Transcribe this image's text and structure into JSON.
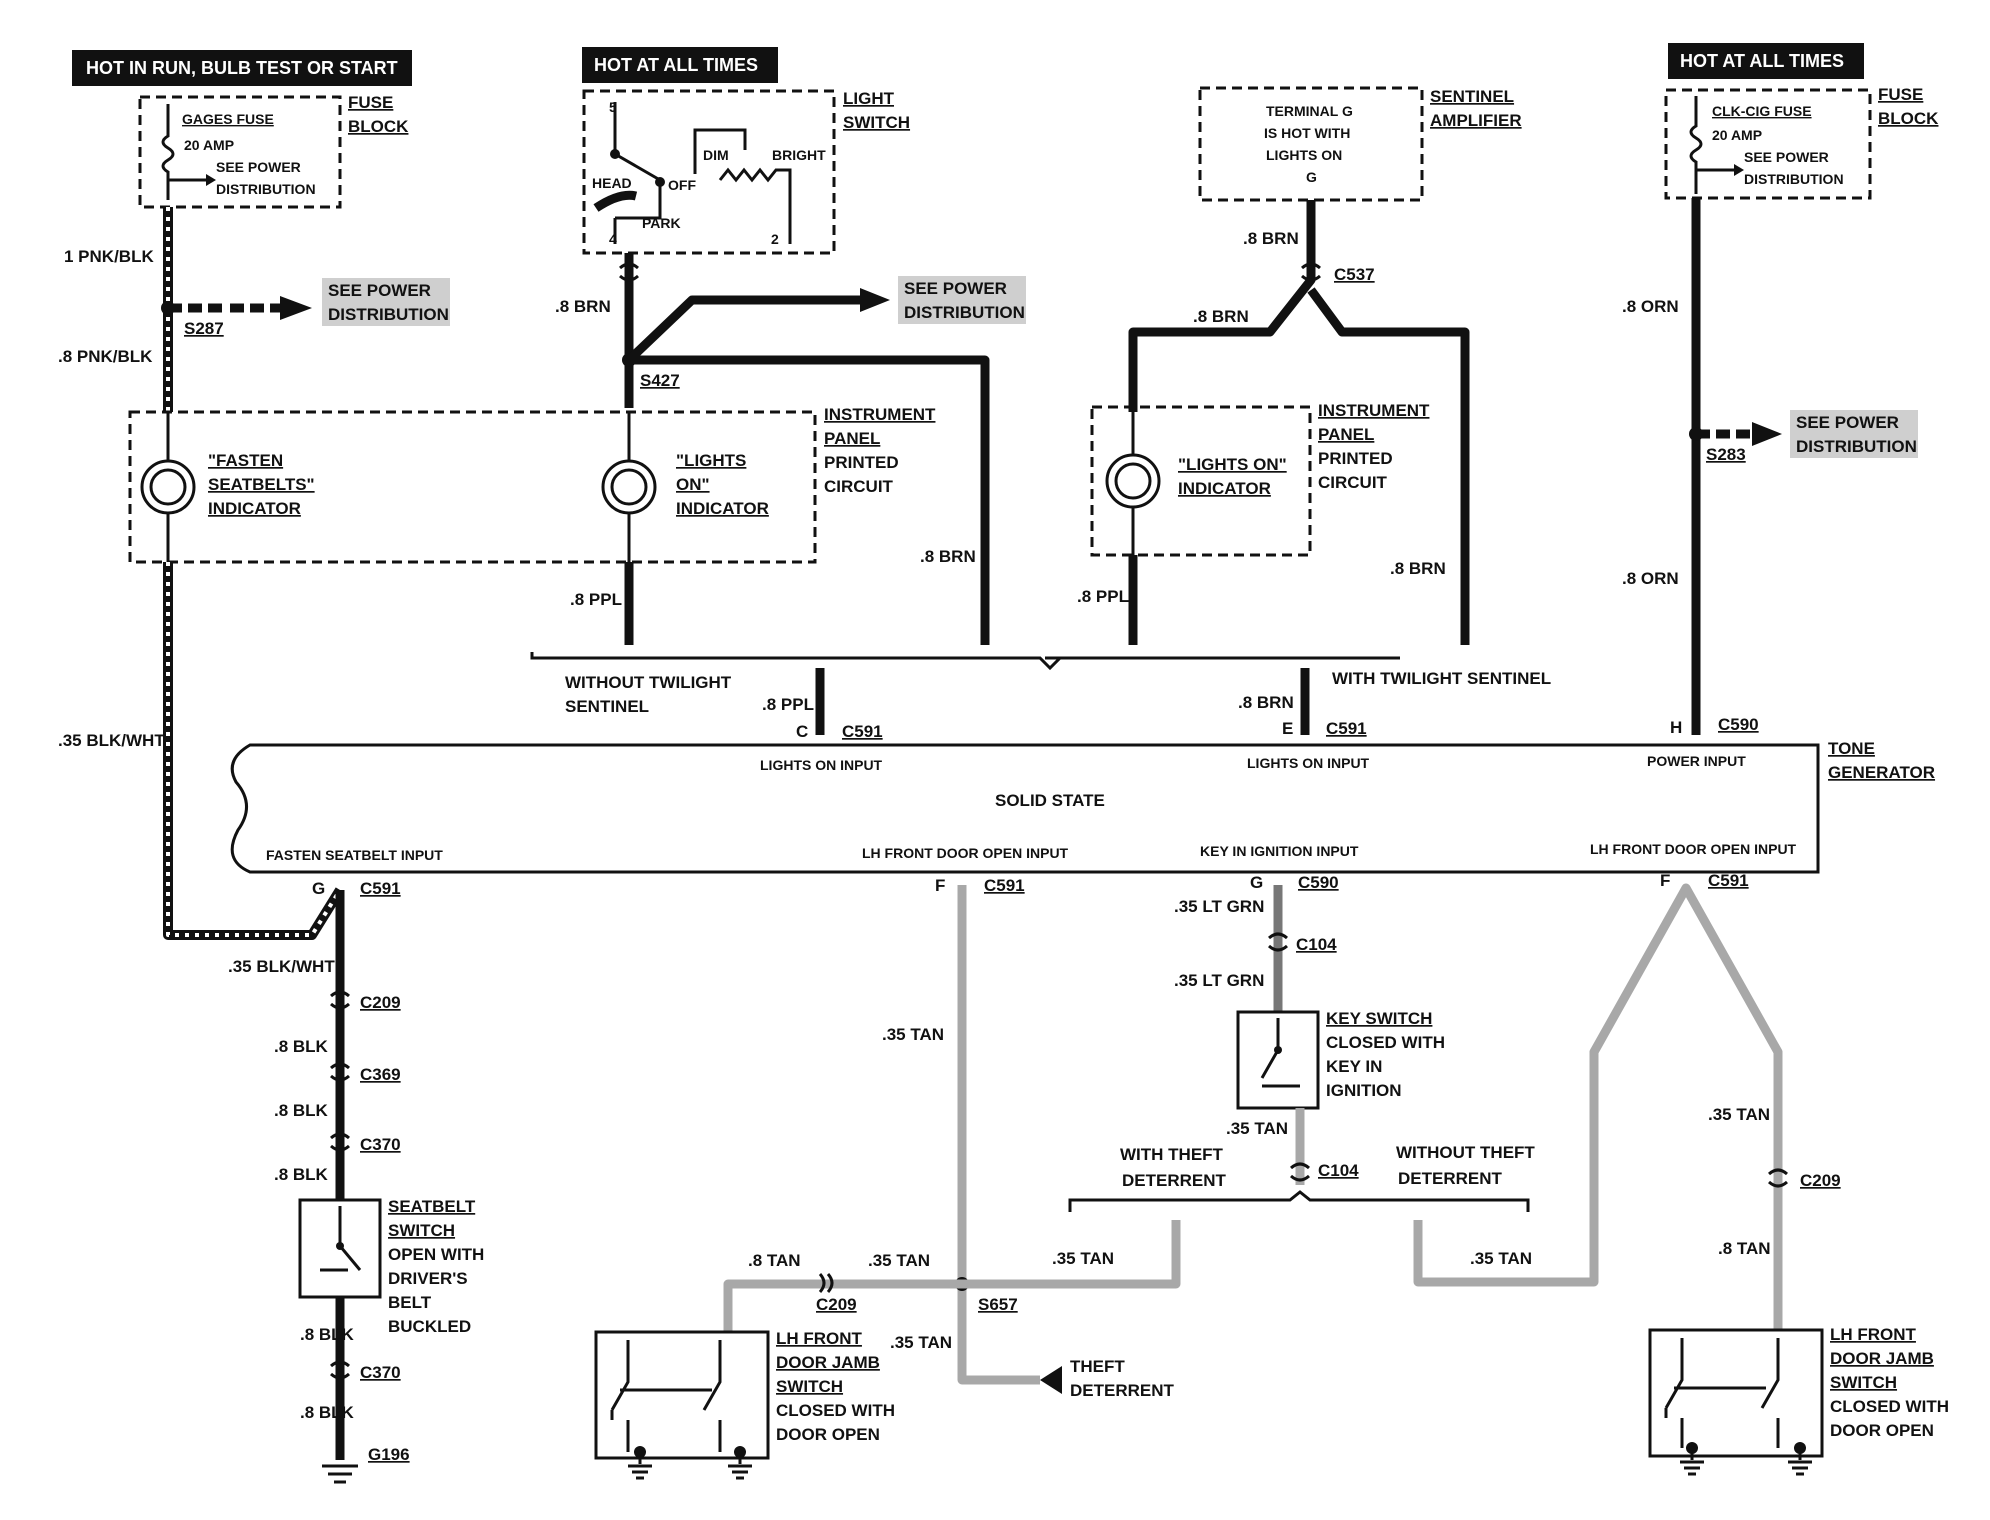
{
  "headers": {
    "hot_in_run": "HOT IN RUN,  BULB TEST OR START",
    "hot_at_all_times_1": "HOT AT ALL TIMES",
    "hot_at_all_times_2": "HOT AT ALL TIMES"
  },
  "components": {
    "fuse_block_label_1": "FUSE",
    "fuse_block_label_2": "BLOCK",
    "gages_fuse": "GAGES FUSE",
    "gages_amp": "20 AMP",
    "see_power_a": "SEE POWER",
    "distribution_a": "DISTRIBUTION",
    "clk_fuse": "CLK-CIG FUSE",
    "clk_amp": "20 AMP",
    "see_power_b": "SEE POWER",
    "distribution_b": "DISTRIBUTION",
    "fuse_block2_label_1": "FUSE",
    "fuse_block2_label_2": "BLOCK",
    "light_switch_1": "LIGHT",
    "light_switch_2": "SWITCH",
    "ls_head": "HEAD",
    "ls_off": "OFF",
    "ls_park": "PARK",
    "ls_dim": "DIM",
    "ls_bright": "BRIGHT",
    "ls_5": "5",
    "ls_4": "4",
    "ls_2": "2",
    "sentinel_box_1": "TERMINAL G",
    "sentinel_box_2": "IS HOT WITH",
    "sentinel_box_3": "LIGHTS ON",
    "sentinel_box_4": "G",
    "sentinel_amp_1": "SENTINEL",
    "sentinel_amp_2": "AMPLIFIER",
    "see_power_dist_1": "SEE POWER",
    "see_power_dist_2": "DISTRIBUTION",
    "ipc_1": "INSTRUMENT",
    "ipc_2": "PANEL",
    "ipc_3": "PRINTED",
    "ipc_4": "CIRCUIT",
    "fasten_1": "\"FASTEN",
    "fasten_2": "SEATBELTS\"",
    "fasten_3": "INDICATOR",
    "lights_on_1": "\"LIGHTS",
    "lights_on_2": "ON\"",
    "lights_on_3": "INDICATOR",
    "lights_on_b1": "\"LIGHTS ON\"",
    "lights_on_b2": "INDICATOR",
    "without_twilight_1": "WITHOUT TWILIGHT",
    "without_twilight_2": "SENTINEL",
    "with_twilight": "WITH TWILIGHT SENTINEL",
    "tone_gen_1": "TONE",
    "tone_gen_2": "GENERATOR",
    "solid_state": "SOLID STATE",
    "lights_on_input_1": "LIGHTS ON INPUT",
    "lights_on_input_2": "LIGHTS ON INPUT",
    "power_input": "POWER INPUT",
    "fasten_input": "FASTEN SEATBELT INPUT",
    "lh_door_input_1": "LH FRONT DOOR OPEN INPUT",
    "key_input": "KEY IN IGNITION INPUT",
    "lh_door_input_2": "LH FRONT DOOR OPEN INPUT",
    "key_sw_1": "KEY SWITCH",
    "key_sw_2": "CLOSED WITH",
    "key_sw_3": "KEY IN",
    "key_sw_4": "IGNITION",
    "with_theft_1": "WITH THEFT",
    "with_theft_2": "DETERRENT",
    "without_theft_1": "WITHOUT THEFT",
    "without_theft_2": "DETERRENT",
    "seatbelt_sw_1": "SEATBELT",
    "seatbelt_sw_2": "SWITCH",
    "seatbelt_sw_3": "OPEN WITH",
    "seatbelt_sw_4": "DRIVER'S",
    "seatbelt_sw_5": "BELT",
    "seatbelt_sw_6": "BUCKLED",
    "door_sw_a1": "LH FRONT",
    "door_sw_a2": "DOOR JAMB",
    "door_sw_a3": "SWITCH",
    "door_sw_a4": "CLOSED WITH",
    "door_sw_a5": "DOOR OPEN",
    "door_sw_b1": "LH FRONT",
    "door_sw_b2": "DOOR JAMB",
    "door_sw_b3": "SWITCH",
    "door_sw_b4": "CLOSED WITH",
    "door_sw_b5": "DOOR OPEN",
    "theft_1": "THEFT",
    "theft_2": "DETERRENT"
  },
  "wires": {
    "w1_pnk_blk": "1 PNK/BLK",
    "w8_pnk_blk": ".8 PNK/BLK",
    "w8_brn_a": ".8 BRN",
    "w8_brn_b": ".8 BRN",
    "w8_brn_c": ".8 BRN",
    "w8_brn_d": ".8 BRN",
    "w8_brn_e": ".8 BRN",
    "w8_brn_f": ".8 BRN",
    "w8_orn_a": ".8 ORN",
    "w8_orn_b": ".8 ORN",
    "w8_ppl_a": ".8 PPL",
    "w8_ppl_b": ".8 PPL",
    "w8_ppl_c": ".8 PPL",
    "w35_blk_wht_a": ".35 BLK/WHT",
    "w35_blk_wht_b": ".35 BLK/WHT",
    "w8_blk_a": ".8 BLK",
    "w8_blk_b": ".8 BLK",
    "w8_blk_c": ".8 BLK",
    "w8_blk_d": ".8 BLK",
    "w8_blk_e": ".8 BLK",
    "w35_tan_a": ".35 TAN",
    "w35_tan_b": ".35 TAN",
    "w35_tan_c": ".35 TAN",
    "w35_tan_d": ".35 TAN",
    "w35_tan_e": ".35 TAN",
    "w35_tan_f": ".35 TAN",
    "w35_tan_g": ".35 TAN",
    "w8_tan_a": ".8 TAN",
    "w8_tan_b": ".8 TAN",
    "w35_lt_grn_a": ".35 LT GRN",
    "w35_lt_grn_b": ".35 LT GRN"
  },
  "connectors": {
    "s287": "S287",
    "s427": "S427",
    "s283": "S283",
    "s657": "S657",
    "c537": "C537",
    "c591_a": "C591",
    "c591_b": "C591",
    "c591_c": "C591",
    "c591_d": "C591",
    "c591_e": "C591",
    "c590_a": "C590",
    "c590_b": "C590",
    "c104_a": "C104",
    "c104_b": "C104",
    "c209_a": "C209",
    "c209_b": "C209",
    "c209_c": "C209",
    "c369": "C369",
    "c370_a": "C370",
    "c370_b": "C370",
    "g196": "G196",
    "pin_c": "C",
    "pin_e": "E",
    "pin_h": "H",
    "pin_g1": "G",
    "pin_f1": "F",
    "pin_g2": "G",
    "pin_f2": "F"
  },
  "colors": {
    "wire": "#111111",
    "tan_wire": "#a8a8a8",
    "header_bg": "#111111",
    "hatch": "#cfcfcf"
  }
}
